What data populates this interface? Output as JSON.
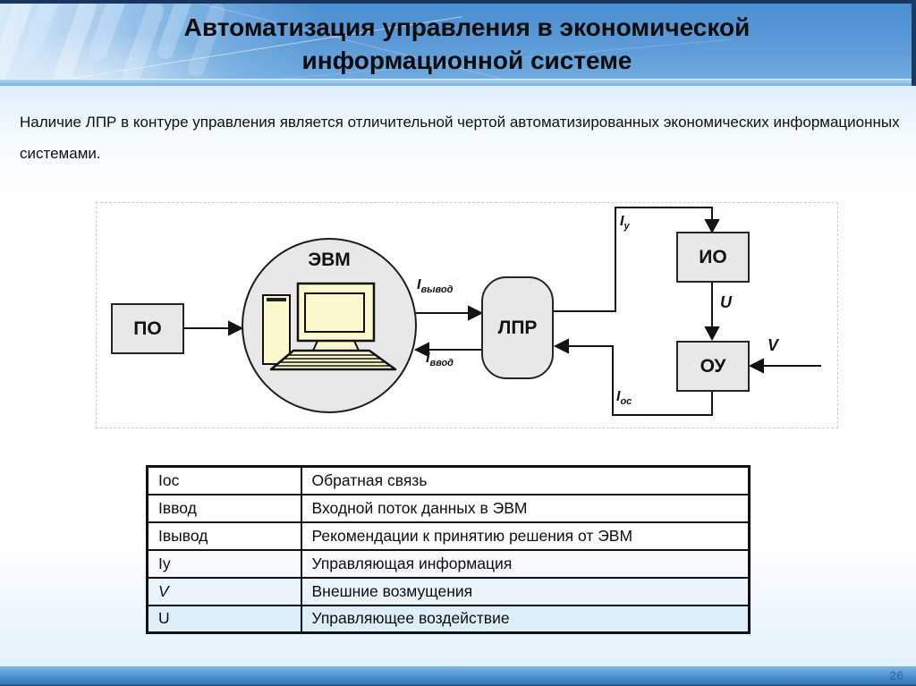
{
  "header": {
    "title": "Автоматизация управления в экономической информационной системе"
  },
  "intro": {
    "text": "Наличие ЛПР в контуре управления является отличительной чертой автоматизированных экономических информационных системами."
  },
  "diagram": {
    "nodes": {
      "po": "ПО",
      "evm": "ЭВМ",
      "lpr": "ЛПР",
      "io": "ИО",
      "ou": "ОУ"
    },
    "flows": {
      "i_vyvod": {
        "main": "I",
        "sub": "вывод"
      },
      "i_vvod": {
        "main": "I",
        "sub": "ввод"
      },
      "i_u": {
        "main": "I",
        "sub": "у"
      },
      "i_os": {
        "main": "I",
        "sub": "ос"
      },
      "u": "U",
      "v": "V"
    }
  },
  "legend": {
    "rows": [
      {
        "term": "Iос",
        "description": "Обратная связь"
      },
      {
        "term": "Iввод",
        "description": "Входной поток данных в ЭВМ"
      },
      {
        "term": "Iвывод",
        "description": "Рекомендации к принятию решения от ЭВМ"
      },
      {
        "term": "Iу",
        "description": "Управляющая информация"
      },
      {
        "term": "V",
        "description": "Внешние возмущения"
      },
      {
        "term": "U",
        "description": "Управляющее воздействие"
      }
    ]
  },
  "footer": {
    "page_number": "26"
  },
  "colors": {
    "header_blue": "#4b8ed1",
    "footer_blue": "#4a90d0",
    "node_fill": "#e8e8e8",
    "computer_cream": "#fbf8cd",
    "top_border_navy": "#17355e"
  }
}
